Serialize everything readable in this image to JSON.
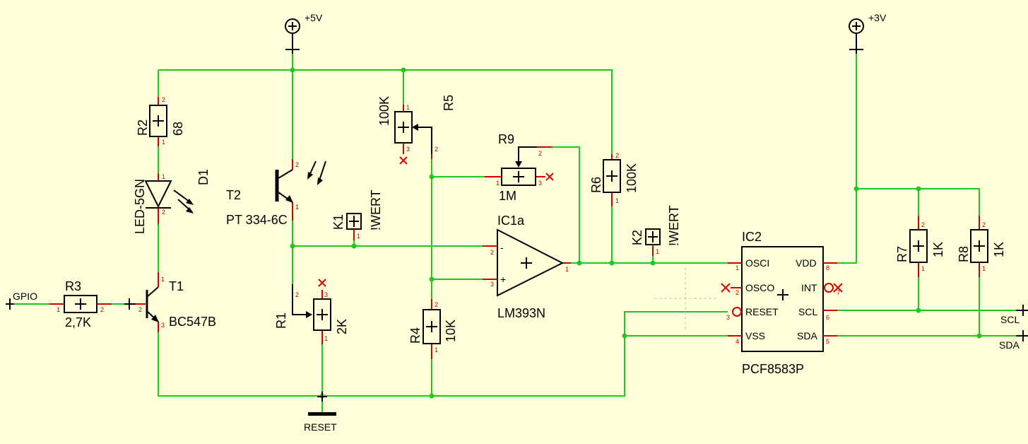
{
  "supplies": {
    "vcc5": "+5V",
    "vcc3": "+3V"
  },
  "ports": {
    "gpio": "GPIO",
    "reset": "RESET",
    "scl": "SCL",
    "sda": "SDA"
  },
  "components": {
    "r1": {
      "ref": "R1",
      "value": "2K"
    },
    "r2": {
      "ref": "R2",
      "value": "68"
    },
    "r3": {
      "ref": "R3",
      "value": "2,7K"
    },
    "r4": {
      "ref": "R4",
      "value": "10K"
    },
    "r5": {
      "ref": "R5",
      "value": "100K"
    },
    "r6": {
      "ref": "R6",
      "value": "100K"
    },
    "r7": {
      "ref": "R7",
      "value": "1K"
    },
    "r8": {
      "ref": "R8",
      "value": "1K"
    },
    "r9": {
      "ref": "R9",
      "value": "1M"
    },
    "d1": {
      "ref": "D1",
      "value": "LED-5GN"
    },
    "t1": {
      "ref": "T1",
      "value": "BC547B"
    },
    "t2": {
      "ref": "T2",
      "value": "PT 334-6C"
    },
    "k1": {
      "ref": "K1",
      "value": "!WERT"
    },
    "k2": {
      "ref": "K2",
      "value": "!WERT"
    },
    "ic1": {
      "ref": "IC1a",
      "value": "LM393N"
    },
    "ic2": {
      "ref": "IC2",
      "value": "PCF8583P",
      "pins_left": [
        "OSCI",
        "OSCO",
        "RESET",
        "VSS"
      ],
      "pins_right": [
        "VDD",
        "INT",
        "SCL",
        "SDA"
      ]
    }
  },
  "pin_numbers": [
    "1",
    "2",
    "3"
  ],
  "ic2_pin_numbers": {
    "left": [
      "1",
      "2",
      "3",
      "4"
    ],
    "right": [
      "8",
      "7",
      "6",
      "5"
    ]
  },
  "colors": {
    "background": "#ffffd9",
    "wire": "#1ec81e",
    "pin": "#d00000",
    "unconnected": "#e00000"
  }
}
